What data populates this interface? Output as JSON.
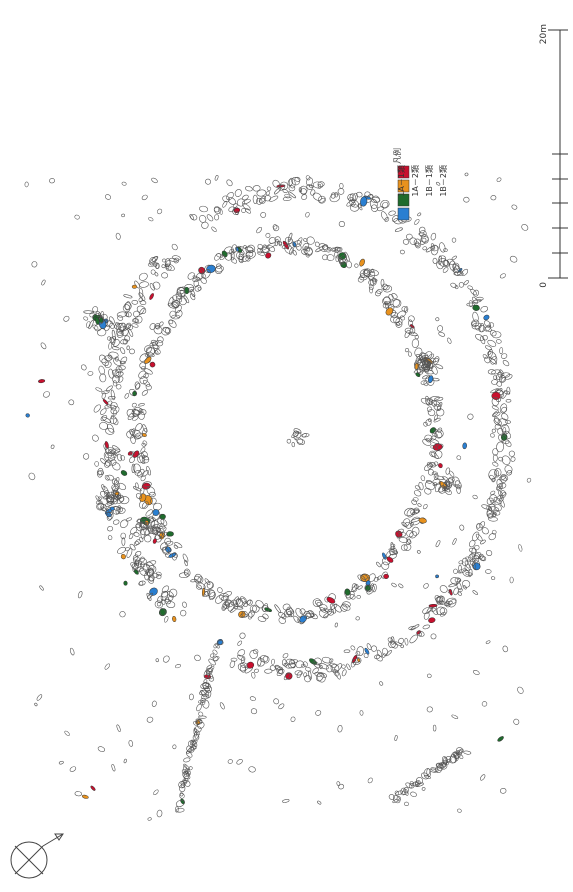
{
  "legend": {
    "title": "凡例",
    "items": [
      {
        "label": "1A－1類",
        "color": "#c8102e"
      },
      {
        "label": "1A－2類",
        "color": "#e8921e"
      },
      {
        "label": "1B－1類",
        "color": "#1f6b2d"
      },
      {
        "label": "1B－2類",
        "color": "#2a7fd1"
      }
    ]
  },
  "scale": {
    "start_label": "0",
    "end_label": "20m"
  },
  "north_arrow": {
    "icon": "north-arrow-icon"
  },
  "colors": {
    "stone_outline": "#555555",
    "background": "#ffffff"
  }
}
